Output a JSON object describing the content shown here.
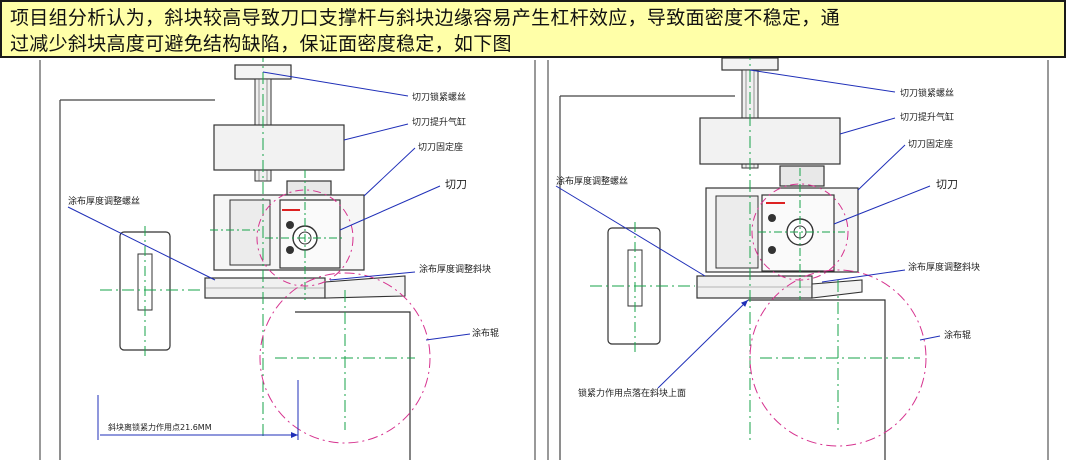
{
  "header": {
    "line1": "项目组分析认为，斜块较高导致刀口支撑杆与斜块边缘容易产生杠杆效应，导致面密度不稳定，通",
    "line2": "过减少斜块高度可避免结构缺陷，保证面密度稳定，如下图"
  },
  "left": {
    "labels": {
      "lock_screw": "切刀锁紧螺丝",
      "lift_cylinder": "切刀提升气缸",
      "mount": "切刀固定座",
      "blade": "切刀",
      "thickness_screw": "涂布厚度调整螺丝",
      "wedge": "涂布厚度调整斜块",
      "roller": "涂布辊",
      "distance_note": "斜块离锁紧力作用点21.6MM"
    }
  },
  "right": {
    "labels": {
      "lock_screw": "切刀锁紧螺丝",
      "lift_cylinder": "切刀提升气缸",
      "mount": "切刀固定座",
      "blade": "切刀",
      "thickness_screw": "涂布厚度调整螺丝",
      "wedge": "涂布厚度调整斜块",
      "roller": "涂布辊",
      "force_note": "锁紧力作用点落在斜块上面"
    }
  },
  "colors": {
    "header_bg": "#ffffa8",
    "leader_line": "#1f2fb8",
    "centerline": "#17a34a",
    "circle": "#d6338f",
    "dim_line": "#1f2fb8"
  }
}
